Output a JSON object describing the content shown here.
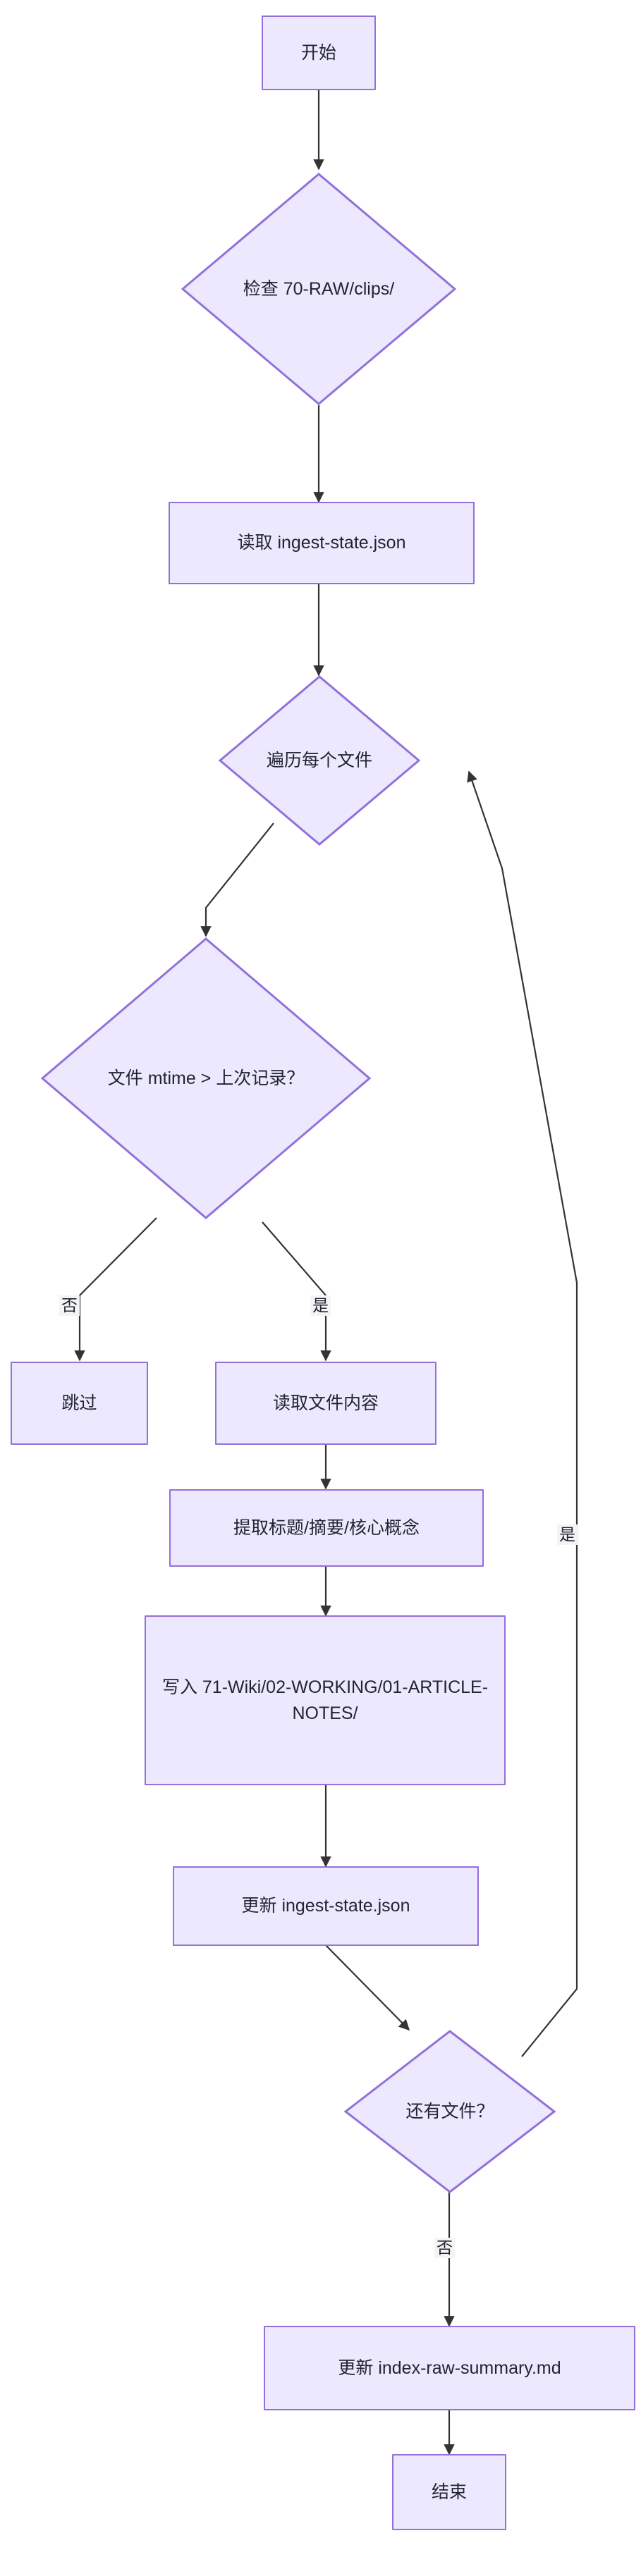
{
  "diagram": {
    "type": "flowchart",
    "direction": "top-down",
    "theme": {
      "node_fill": "#ECE8FD",
      "node_border": "#9370DB",
      "text_color": "#1f2430",
      "edge_color": "#333333",
      "background": "#ffffff",
      "edge_label_background": "#f4f4f4"
    },
    "nodes": [
      {
        "id": "start",
        "shape": "rect",
        "label": "开始"
      },
      {
        "id": "check-raw",
        "shape": "diamond",
        "label": "检查 70-RAW/clips/"
      },
      {
        "id": "read-state",
        "shape": "rect",
        "label": "读取 ingest-state.json"
      },
      {
        "id": "iterate",
        "shape": "diamond",
        "label": "遍历每个文件"
      },
      {
        "id": "mtime",
        "shape": "diamond",
        "label": "文件 mtime > 上次记录？"
      },
      {
        "id": "skip",
        "shape": "rect",
        "label": "跳过"
      },
      {
        "id": "read-file",
        "shape": "rect",
        "label": "读取文件内容"
      },
      {
        "id": "extract",
        "shape": "rect",
        "label": "提取标题/摘要/核心概念"
      },
      {
        "id": "write-wiki",
        "shape": "rect",
        "label": "写入 71-Wiki/02-WORKING/01-ARTICLE-NOTES/"
      },
      {
        "id": "update-state",
        "shape": "rect",
        "label": "更新 ingest-state.json"
      },
      {
        "id": "more-files",
        "shape": "diamond",
        "label": "还有文件？"
      },
      {
        "id": "update-index",
        "shape": "rect",
        "label": "更新 index-raw-summary.md"
      },
      {
        "id": "end",
        "shape": "rect",
        "label": "结束"
      }
    ],
    "edges": [
      {
        "from": "start",
        "to": "check-raw",
        "label": ""
      },
      {
        "from": "check-raw",
        "to": "read-state",
        "label": ""
      },
      {
        "from": "read-state",
        "to": "iterate",
        "label": ""
      },
      {
        "from": "iterate",
        "to": "mtime",
        "label": ""
      },
      {
        "from": "mtime",
        "to": "skip",
        "label": "否"
      },
      {
        "from": "mtime",
        "to": "read-file",
        "label": "是"
      },
      {
        "from": "read-file",
        "to": "extract",
        "label": ""
      },
      {
        "from": "extract",
        "to": "write-wiki",
        "label": ""
      },
      {
        "from": "write-wiki",
        "to": "update-state",
        "label": ""
      },
      {
        "from": "update-state",
        "to": "more-files",
        "label": ""
      },
      {
        "from": "more-files",
        "to": "iterate",
        "label": "是"
      },
      {
        "from": "more-files",
        "to": "update-index",
        "label": "否"
      },
      {
        "from": "update-index",
        "to": "end",
        "label": ""
      }
    ],
    "edge_labels": {
      "mtime_no": "否",
      "mtime_yes": "是",
      "loop_yes": "是",
      "more_no": "否"
    }
  }
}
